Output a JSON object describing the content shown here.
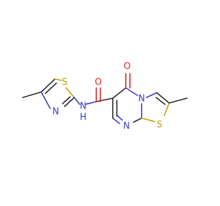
{
  "molecule": {
    "atoms": {
      "s_thiazole": "S",
      "n_thiazole": "N",
      "n_amide": "N",
      "h_amide": "H",
      "o_amide": "O",
      "o_ketone": "O",
      "n_bridge": "N",
      "n_pyrimidine": "N",
      "s_fused": "S"
    },
    "colors": {
      "carbon_bond": "#262626",
      "nitrogen": "#3838c8",
      "sulfur": "#b8a000",
      "oxygen": "#e02020"
    }
  }
}
